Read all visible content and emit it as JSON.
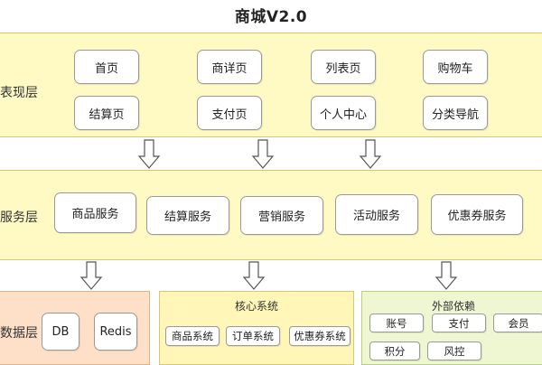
{
  "title": "商城V2.0",
  "layers": {
    "presentation": {
      "label": "表现层",
      "pages": [
        "首页",
        "商详页",
        "列表页",
        "购物车",
        "结算页",
        "支付页",
        "个人中心",
        "分类导航"
      ]
    },
    "service": {
      "label": "服务层",
      "services": [
        "商品服务",
        "结算服务",
        "营销服务",
        "活动服务",
        "优惠券服务"
      ]
    },
    "data": {
      "label": "数据层",
      "stores": [
        "DB",
        "Redis"
      ],
      "core": {
        "title": "核心系统",
        "items": [
          "商品系统",
          "订单系统",
          "优惠券系统"
        ]
      },
      "external": {
        "title": "外部依赖",
        "items": [
          "账号",
          "支付",
          "会员",
          "积分",
          "风控"
        ]
      }
    }
  },
  "colors": {
    "layer_fill": "#fff9c4",
    "data_store_fill": "#fde0c7",
    "core_fill": "#fff6b8",
    "external_fill": "#eef7d2"
  }
}
